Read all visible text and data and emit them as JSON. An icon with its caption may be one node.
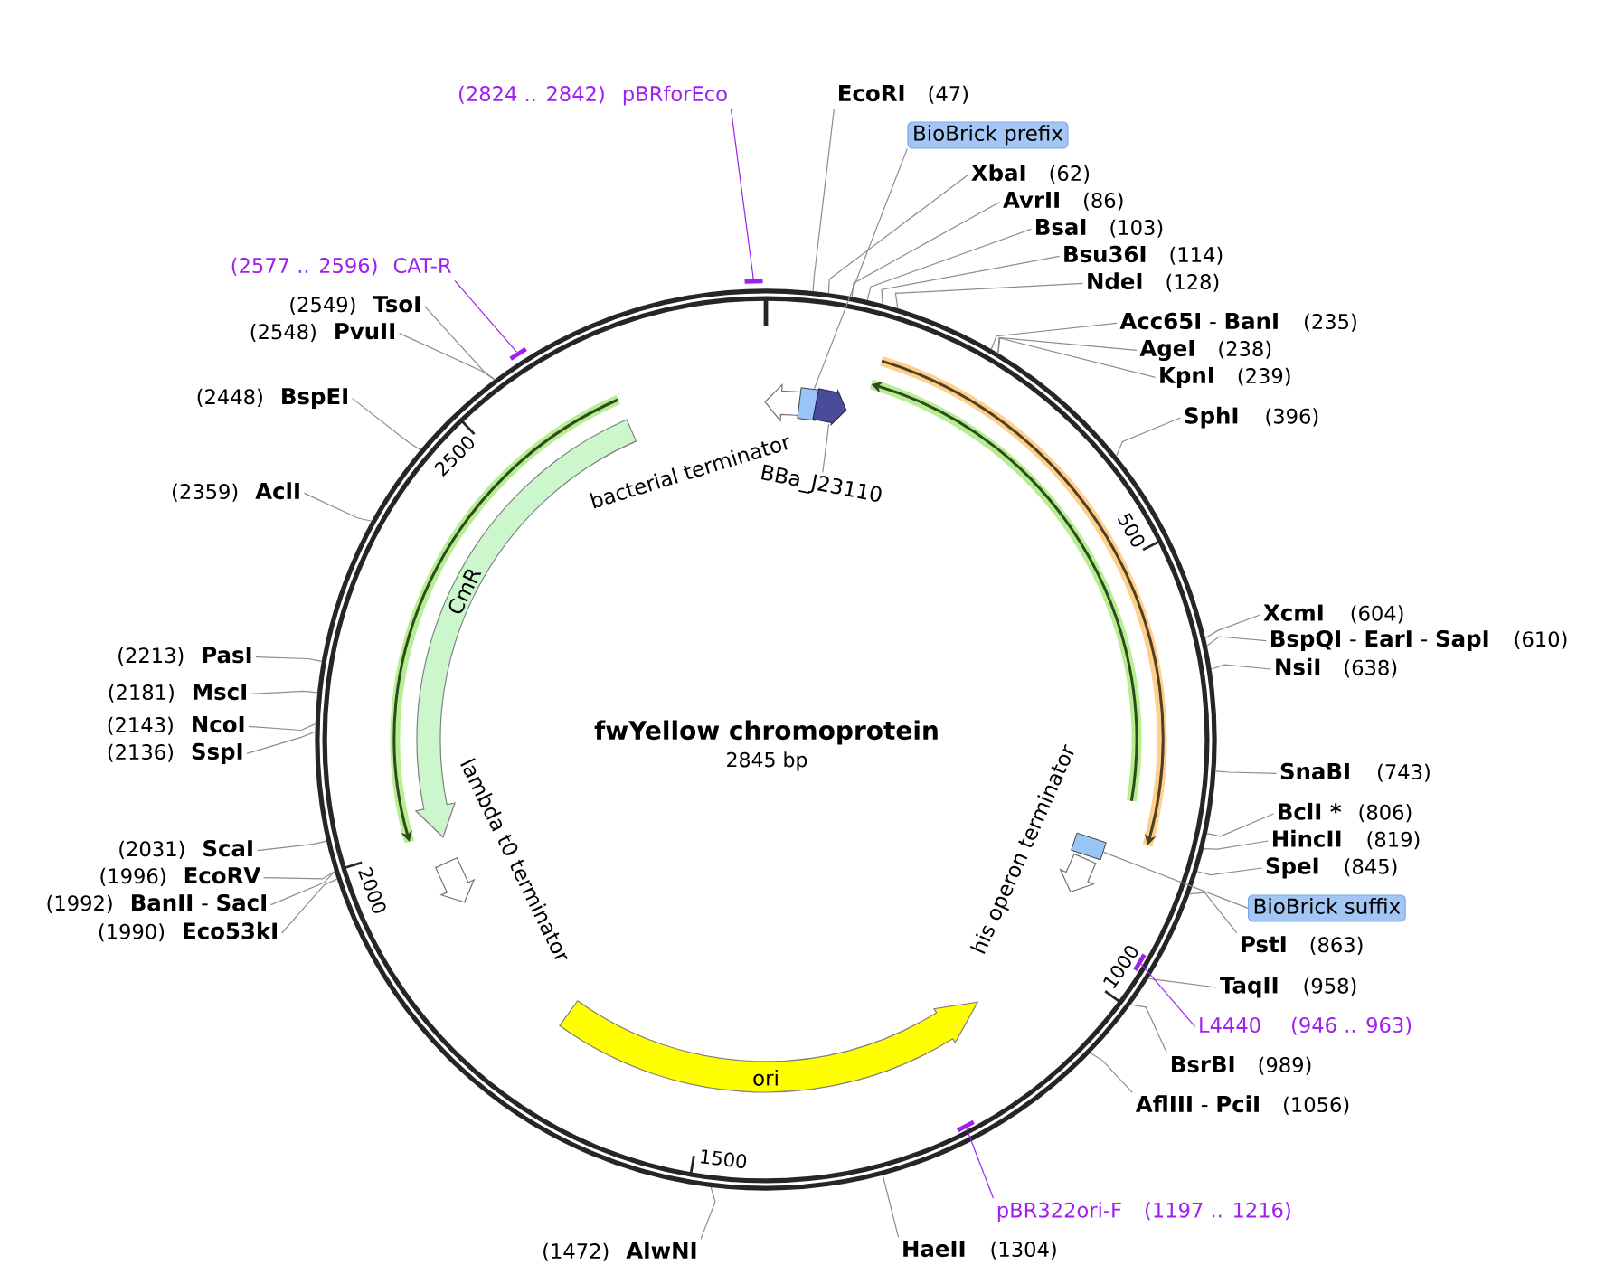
{
  "diagram": {
    "title": "fwYellow chromoprotein",
    "nodes": [
      {
        "text": [],
        "shape": "circle"
      },
      {
        "text": [
          "EcoRI",
          "(47)"
        ]
      },
      {
        "text": [
          "BioBrick prefix"
        ]
      },
      {
        "text": [
          "XbaI",
          "(62)"
        ]
      },
      {
        "text": [
          "AvrII",
          "(86)"
        ]
      },
      {
        "text": [
          "BsaI",
          "(103)"
        ]
      },
      {
        "text": [
          "Bsu36I",
          "(114)"
        ]
      },
      {
        "text": [
          "NdeI",
          "(128)"
        ]
      },
      {
        "text": [
          "**Acc65I** - **BanI**",
          "(235)"
        ]
      },
      {
        "text": [
          "AgeI",
          "(238)"
        ]
      },
      {
        "text": [
          "KpnI",
          "(239)"
        ]
      },
      {
        "text": [
          "SphI",
          "(396)"
        ]
      },
      {
        "text": [
          "XcmI",
          "(604)"
        ]
      },
      {
        "text": [
          "**BspQI** - **EarI** - **SapI**",
          "(610)"
        ]
      },
      {
        "text": [
          "NsiI",
          "(638)"
        ]
      },
      {
        "text": [
          "SnaBI",
          "(743)"
        ]
      },
      {
        "text": [
          "BclI *",
          "(806)"
        ]
      },
      {
        "text": [
          "HincII",
          "(819)"
        ]
      },
      {
        "text": [
          "SpeI",
          "(845)"
        ]
      },
      {
        "text": [
          "BioBrick suffix"
        ]
      },
      {
        "text": [
          "PstI",
          "(863)"
        ]
      },
      {
        "text": [
          "TaqII",
          "(958)"
        ]
      },
      {
        "text": [
          "L4440",
          "(946 .. 963)"
        ]
      },
      {
        "text": [
          "BsrBI",
          "(989)"
        ]
      },
      {
        "text": [
          "**AflIII** - **PciI**",
          "(1056)"
        ]
      },
      {
        "text": [
          "pBR322ori-F",
          "(1197 .. 1216)"
        ]
      },
      {
        "text": [
          "HaeII",
          "(1304)"
        ]
      },
      {
        "text": [
          "(1472)",
          "AlwNI"
        ]
      },
      {
        "text": [
          "(1990)",
          "Eco53kI"
        ]
      },
      {
        "text": [
          "(1992)",
          "**BanII** - **SacI**"
        ]
      },
      {
        "text": [
          "(1996)",
          "EcoRV"
        ]
      },
      {
        "text": [
          "(2031)",
          "ScaI"
        ]
      },
      {
        "text": [
          "(2136)",
          "SspI"
        ]
      },
      {
        "text": [
          "(2143)",
          "NcoI"
        ]
      },
      {
        "text": [
          "(2181)",
          "MscI"
        ]
      },
      {
        "text": [
          "(2213)",
          "PasI"
        ]
      },
      {
        "text": [
          "(2359)",
          "AclI"
        ]
      },
      {
        "text": [
          "(2448)",
          "BspEI"
        ]
      },
      {
        "text": [
          "(2548)",
          "PvuII"
        ]
      },
      {
        "text": [
          "(2549)",
          "TsoI"
        ]
      },
      {
        "text": [
          "(2577 .. 2596)",
          "CAT-R"
        ]
      },
      {
        "text": [
          "(2824 .. 2842)",
          "pBRforEco"
        ]
      },
      {
        "text": [],
        "shape": "bar"
      },
      {
        "text": [],
        "shape": "bar"
      },
      {
        "text": [],
        "shape": "bar",
        "in": 0
      },
      {
        "text": [],
        "shape": "bar",
        "in": 0
      },
      {
        "text": [
          "bacterial terminator"
        ],
        "in": 0
      },
      {
        "text": [],
        "shape": "box",
        "in": 0
      },
      {
        "text": [],
        "shape": "arrow",
        "in": 0
      },
      {
        "text": [
          "BBa_J23110"
        ],
        "in": 0
      },
      {
        "text": [
          "CmR"
        ],
        "in": 0
      },
      {
        "text": [
          "lambda t0 terminator"
        ],
        "in": 0
      },
      {
        "text": [
          "his operon terminator"
        ],
        "in": 0
      },
      {
        "text": [],
        "shape": "box",
        "in": 0
      },
      {
        "text": [
          "ori"
        ],
        "in": 0
      }
    ],
    "edges": [
      {
        "from": 1,
        "to": 0,
        "arrow": "none"
      },
      {
        "from": 2,
        "to": 47,
        "arrow": "none"
      },
      {
        "from": 3,
        "to": 0,
        "arrow": "none"
      },
      {
        "from": 4,
        "to": 0,
        "arrow": "none"
      },
      {
        "from": 5,
        "to": 0,
        "arrow": "none"
      },
      {
        "from": 6,
        "to": 0,
        "arrow": "none"
      },
      {
        "from": 7,
        "to": 0,
        "arrow": "none"
      },
      {
        "from": 8,
        "to": 0,
        "arrow": "none"
      },
      {
        "from": 9,
        "to": 0,
        "arrow": "none"
      },
      {
        "from": 10,
        "to": 0,
        "arrow": "none"
      },
      {
        "from": 11,
        "to": 0,
        "arrow": "none"
      },
      {
        "from": 12,
        "to": 0,
        "arrow": "none"
      },
      {
        "from": 13,
        "to": 0,
        "arrow": "none"
      },
      {
        "from": 14,
        "to": 0,
        "arrow": "none"
      },
      {
        "from": 15,
        "to": 0,
        "arrow": "none"
      },
      {
        "from": 16,
        "to": 0,
        "arrow": "none"
      },
      {
        "from": 17,
        "to": 0,
        "arrow": "none"
      },
      {
        "from": 18,
        "to": 0,
        "arrow": "none"
      },
      {
        "from": 19,
        "to": 53,
        "arrow": "none"
      },
      {
        "from": 20,
        "to": 0,
        "arrow": "none"
      },
      {
        "from": 21,
        "to": 0,
        "arrow": "none"
      },
      {
        "from": 22,
        "to": 44,
        "arrow": "none",
        "color": "#a020f0"
      },
      {
        "from": 23,
        "to": 0,
        "arrow": "none"
      },
      {
        "from": 24,
        "to": 0,
        "arrow": "none"
      },
      {
        "from": 25,
        "to": 45,
        "arrow": "none",
        "color": "#a020f0"
      },
      {
        "from": 26,
        "to": 0,
        "arrow": "none"
      },
      {
        "from": 27,
        "to": 0,
        "arrow": "none"
      },
      {
        "from": 28,
        "to": 0,
        "arrow": "none"
      },
      {
        "from": 29,
        "to": 0,
        "arrow": "none"
      },
      {
        "from": 30,
        "to": 0,
        "arrow": "none"
      },
      {
        "from": 31,
        "to": 0,
        "arrow": "none"
      },
      {
        "from": 32,
        "to": 0,
        "arrow": "none"
      },
      {
        "from": 33,
        "to": 0,
        "arrow": "none"
      },
      {
        "from": 34,
        "to": 0,
        "arrow": "none"
      },
      {
        "from": 35,
        "to": 0,
        "arrow": "none"
      },
      {
        "from": 36,
        "to": 0,
        "arrow": "none"
      },
      {
        "from": 37,
        "to": 0,
        "arrow": "none"
      },
      {
        "from": 38,
        "to": 0,
        "arrow": "none"
      },
      {
        "from": 39,
        "to": 0,
        "arrow": "none"
      },
      {
        "from": 40,
        "to": 43,
        "arrow": "none",
        "color": "#a020f0"
      },
      {
        "from": 41,
        "to": 42,
        "arrow": "none",
        "color": "#a020f0"
      },
      {
        "from": 49,
        "to": 48,
        "arrow": "none"
      }
    ],
    "labels": [
      "2500",
      "500",
      "2845 bp",
      "2000",
      "1000",
      "1500"
    ]
  }
}
